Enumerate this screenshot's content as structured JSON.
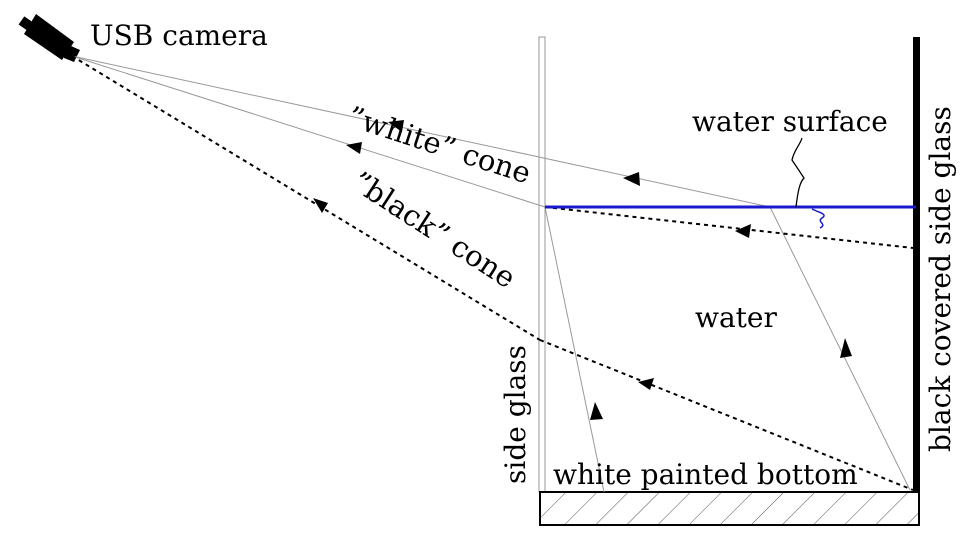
{
  "labels": {
    "camera": "USB camera",
    "white_cone": "”white” cone",
    "black_cone": "”black” cone",
    "water_surface": "water surface",
    "water": "water",
    "side_glass": "side glass",
    "black_side_glass": "black covered side glass",
    "bottom": "white painted bottom"
  },
  "colors": {
    "ink": "#000000",
    "water_surface": "#1a1acc",
    "ray": "#8a8a8a"
  }
}
